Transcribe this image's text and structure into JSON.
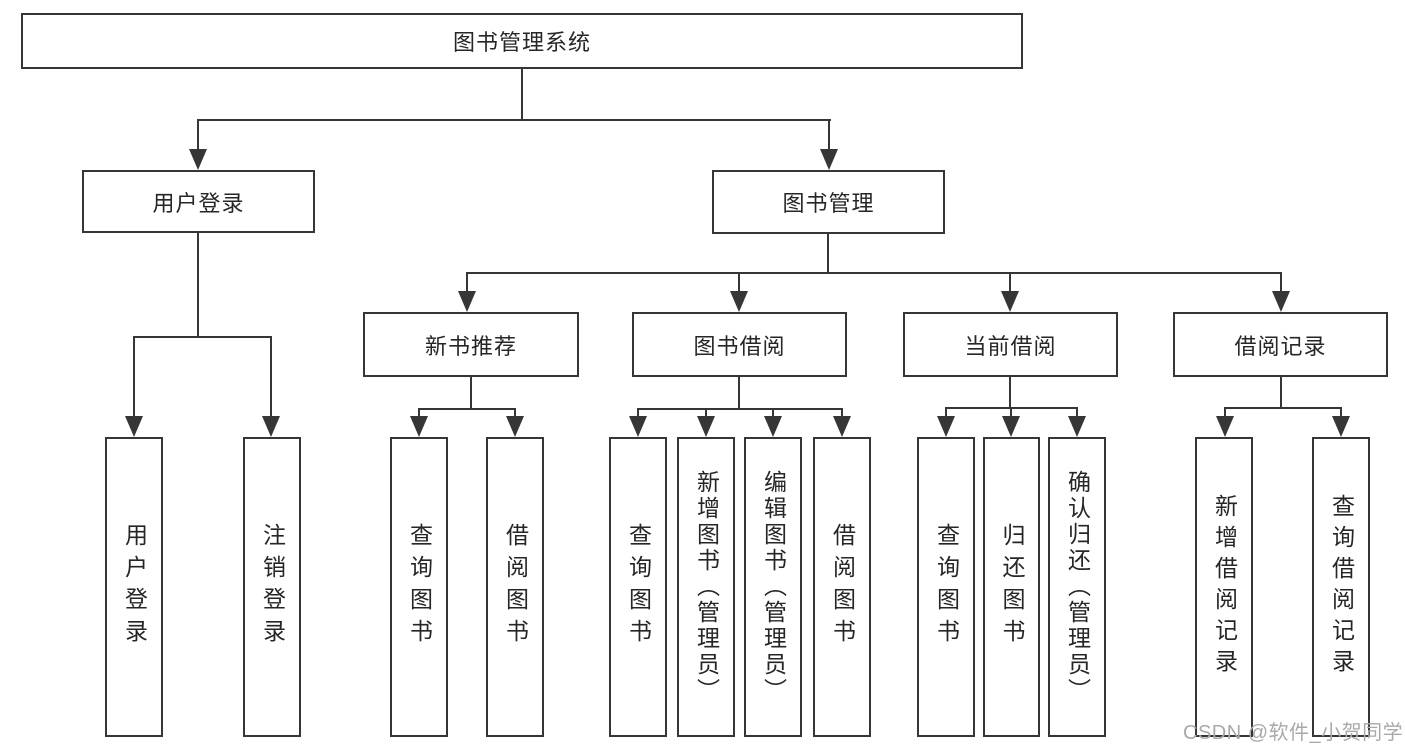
{
  "diagram": {
    "root": {
      "label": "图书管理系统"
    },
    "branches": {
      "user": {
        "label": "用户登录",
        "children": [
          {
            "label": "用户登录"
          },
          {
            "label": "注销登录"
          }
        ]
      },
      "book": {
        "label": "图书管理",
        "children": [
          {
            "label": "新书推荐",
            "children": [
              {
                "label": "查询图书"
              },
              {
                "label": "借阅图书"
              }
            ]
          },
          {
            "label": "图书借阅",
            "children": [
              {
                "label": "查询图书"
              },
              {
                "label": "新增图书（管理员）"
              },
              {
                "label": "编辑图书（管理员）"
              },
              {
                "label": "借阅图书"
              }
            ]
          },
          {
            "label": "当前借阅",
            "children": [
              {
                "label": "查询图书"
              },
              {
                "label": "归还图书"
              },
              {
                "label": "确认归还（管理员）"
              }
            ]
          },
          {
            "label": "借阅记录",
            "children": [
              {
                "label": "新增借阅记录"
              },
              {
                "label": "查询借阅记录"
              }
            ]
          }
        ]
      }
    },
    "watermark": "CSDN @软件_小贺同学",
    "colors": {
      "line": "#363636",
      "text": "#262626",
      "watermark": "#a9a9a9",
      "background": "#ffffff"
    }
  }
}
